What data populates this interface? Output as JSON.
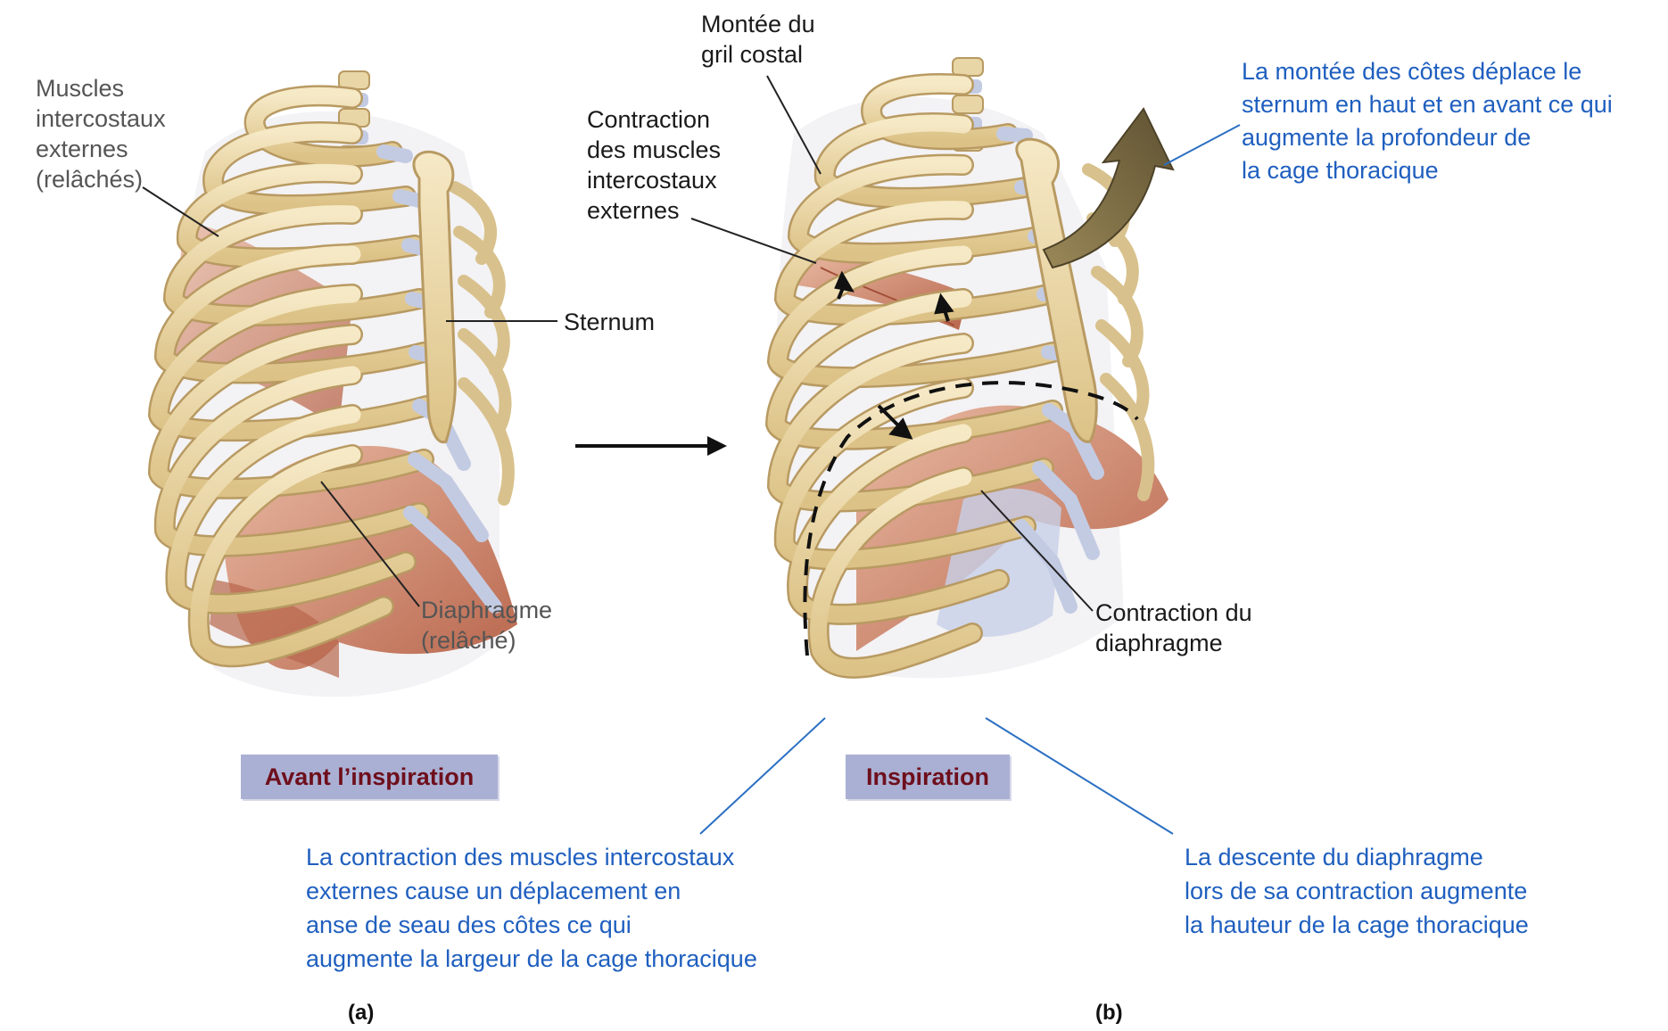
{
  "labels": {
    "muscles_relaches": [
      "Muscles",
      "intercostaux",
      "externes",
      "(relâchés)"
    ],
    "diaphragme_relache": [
      "Diaphragme",
      "(relâché)"
    ],
    "sternum": [
      "Sternum"
    ],
    "montee_gril": [
      "Montée du",
      "gril costal"
    ],
    "contraction_muscles": [
      "Contraction",
      "des muscles",
      "intercostaux",
      "externes"
    ],
    "contraction_diaphragme": [
      "Contraction du",
      "diaphragme"
    ]
  },
  "notes": {
    "sternum_note": [
      "La montée des côtes déplace le",
      "sternum en haut et en avant ce qui",
      "augmente la profondeur de",
      "la cage thoracique"
    ],
    "intercostaux_note": [
      "La contraction des muscles intercostaux",
      "externes cause un déplacement en",
      "anse de seau des côtes ce qui",
      "augmente la largeur de la cage thoracique"
    ],
    "diaphragme_note": [
      "La descente du diaphragme",
      "lors de sa contraction augmente",
      "la hauteur de la cage thoracique"
    ]
  },
  "states": {
    "before": "Avant l’inspiration",
    "during": "Inspiration"
  },
  "panels": {
    "a": "(a)",
    "b": "(b)"
  },
  "colors": {
    "bone": "#ecd8a6",
    "bone_outline": "#b89a62",
    "cartilage": "#c3cbe3",
    "muscle": "#c9836a",
    "badge_bg": "#aab0d4",
    "badge_text": "#6e0f1c",
    "note_text": "#1f5fbf",
    "arrow": "#7a6a44"
  }
}
